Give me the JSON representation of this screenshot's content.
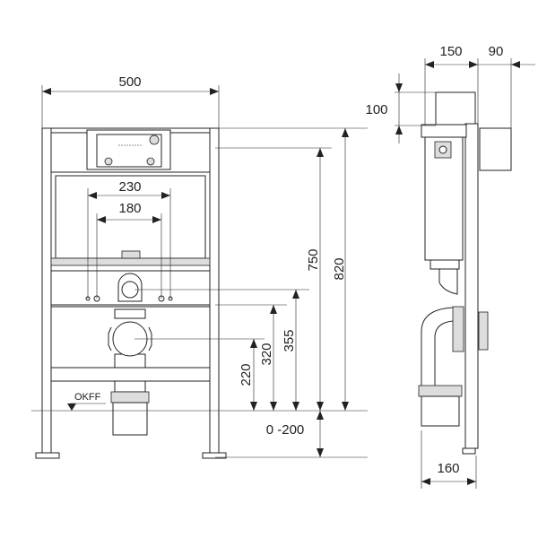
{
  "front_view": {
    "width_500": "500",
    "spacing_230": "230",
    "spacing_180": "180",
    "floor_label": "OKFF",
    "height_820": "820",
    "height_750": "750",
    "height_355": "355",
    "height_320": "320",
    "height_220": "220",
    "leg_adjust": "0 -200"
  },
  "side_view": {
    "depth_150": "150",
    "depth_90": "90",
    "height_100": "100",
    "depth_160": "160"
  }
}
